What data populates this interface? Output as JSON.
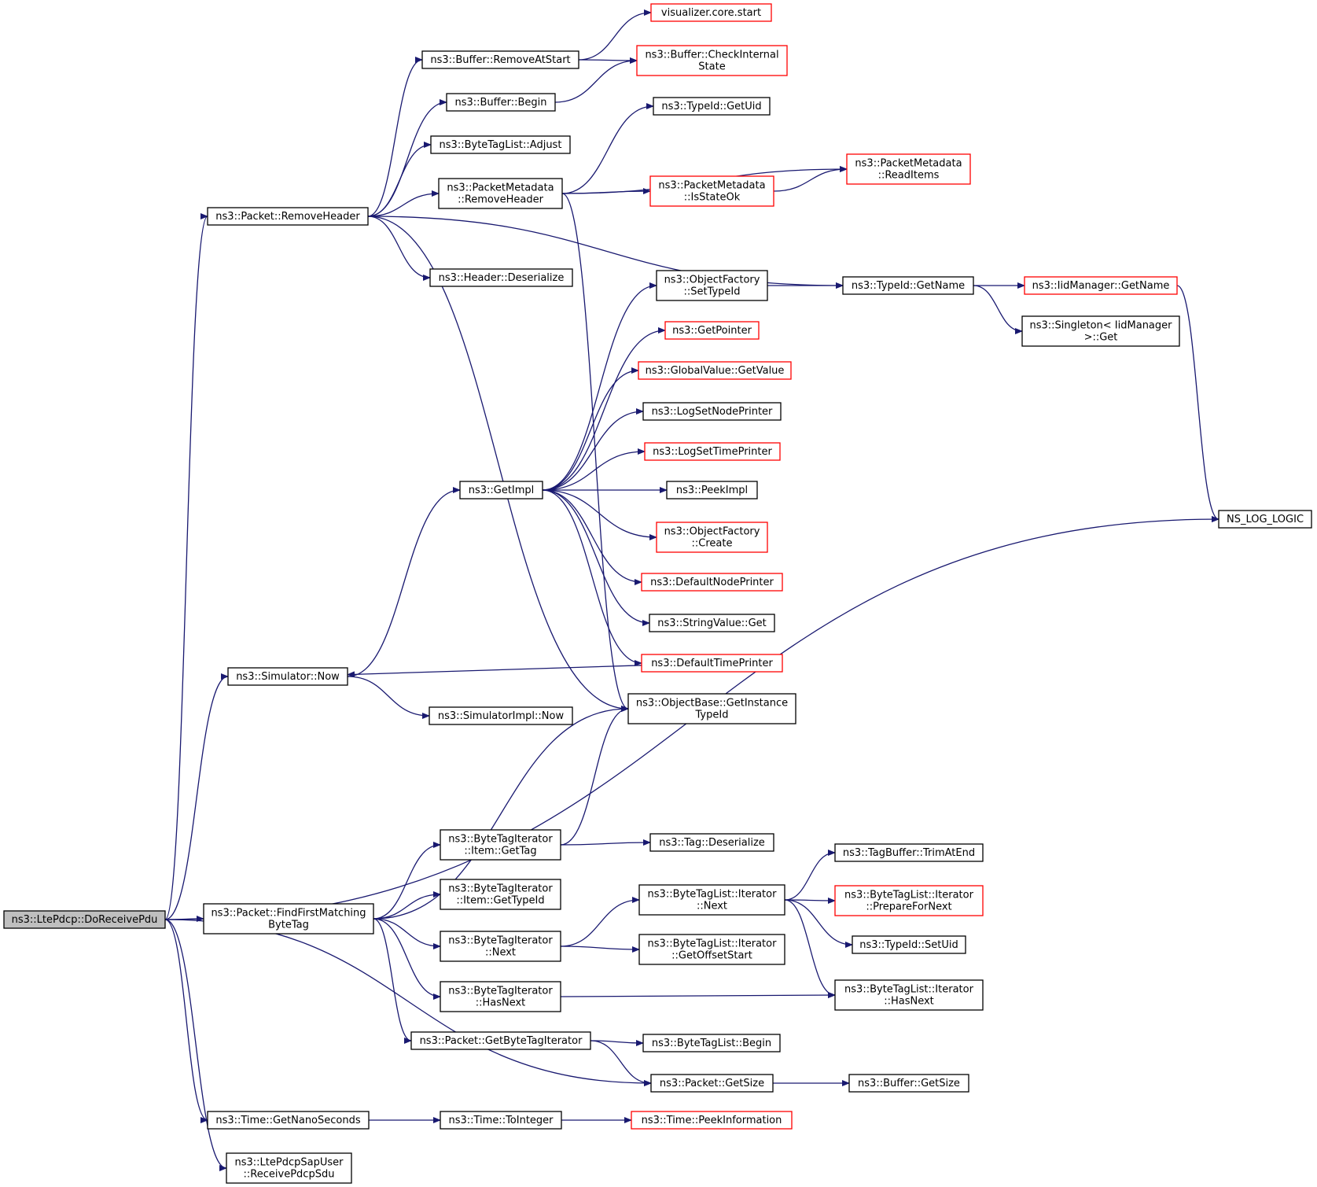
{
  "colors": {
    "edge": "#191970",
    "box_plain": "#000000",
    "box_truncated": "#ff0000",
    "box_root_fill": "#bfbfbf"
  },
  "nodes": [
    {
      "id": "root",
      "lines": [
        "ns3::LtePdcp::DoReceivePdu"
      ],
      "style": "root"
    },
    {
      "id": "rmhdr",
      "lines": [
        "ns3::Packet::RemoveHeader"
      ],
      "style": "plain"
    },
    {
      "id": "simnow",
      "lines": [
        "ns3::Simulator::Now"
      ],
      "style": "plain"
    },
    {
      "id": "ffmbt",
      "lines": [
        "ns3::Packet::FindFirstMatching",
        "ByteTag"
      ],
      "style": "plain"
    },
    {
      "id": "getnano",
      "lines": [
        "ns3::Time::GetNanoSeconds"
      ],
      "style": "plain"
    },
    {
      "id": "recvsdu",
      "lines": [
        "ns3::LtePdcpSapUser",
        "::ReceivePdcpSdu"
      ],
      "style": "plain"
    },
    {
      "id": "rmatstart",
      "lines": [
        "ns3::Buffer::RemoveAtStart"
      ],
      "style": "plain"
    },
    {
      "id": "bufbegin",
      "lines": [
        "ns3::Buffer::Begin"
      ],
      "style": "plain"
    },
    {
      "id": "btladjust",
      "lines": [
        "ns3::ByteTagList::Adjust"
      ],
      "style": "plain"
    },
    {
      "id": "pmrmhdr",
      "lines": [
        "ns3::PacketMetadata",
        "::RemoveHeader"
      ],
      "style": "plain"
    },
    {
      "id": "hdrdeser",
      "lines": [
        "ns3::Header::Deserialize"
      ],
      "style": "plain"
    },
    {
      "id": "getimpl",
      "lines": [
        "ns3::GetImpl"
      ],
      "style": "plain"
    },
    {
      "id": "simimplnow",
      "lines": [
        "ns3::SimulatorImpl::Now"
      ],
      "style": "plain"
    },
    {
      "id": "bti_gettag",
      "lines": [
        "ns3::ByteTagIterator",
        "::Item::GetTag"
      ],
      "style": "plain"
    },
    {
      "id": "bti_gettypeid",
      "lines": [
        "ns3::ByteTagIterator",
        "::Item::GetTypeId"
      ],
      "style": "plain"
    },
    {
      "id": "bti_next",
      "lines": [
        "ns3::ByteTagIterator",
        "::Next"
      ],
      "style": "plain"
    },
    {
      "id": "bti_hasnext",
      "lines": [
        "ns3::ByteTagIterator",
        "::HasNext"
      ],
      "style": "plain"
    },
    {
      "id": "getbti",
      "lines": [
        "ns3::Packet::GetByteTagIterator"
      ],
      "style": "plain"
    },
    {
      "id": "totoint",
      "lines": [
        "ns3::Time::ToInteger"
      ],
      "style": "plain"
    },
    {
      "id": "vizstart",
      "lines": [
        "visualizer.core.start"
      ],
      "style": "truncated"
    },
    {
      "id": "bufcheck",
      "lines": [
        "ns3::Buffer::CheckInternal",
        "State"
      ],
      "style": "truncated"
    },
    {
      "id": "tidgetuid",
      "lines": [
        "ns3::TypeId::GetUid"
      ],
      "style": "plain"
    },
    {
      "id": "pmisok",
      "lines": [
        "ns3::PacketMetadata",
        "::IsStateOk"
      ],
      "style": "truncated"
    },
    {
      "id": "ofsettid",
      "lines": [
        "ns3::ObjectFactory",
        "::SetTypeId"
      ],
      "style": "plain"
    },
    {
      "id": "getptr",
      "lines": [
        "ns3::GetPointer"
      ],
      "style": "truncated"
    },
    {
      "id": "gvgetval",
      "lines": [
        "ns3::GlobalValue::GetValue"
      ],
      "style": "truncated"
    },
    {
      "id": "logsetnode",
      "lines": [
        "ns3::LogSetNodePrinter"
      ],
      "style": "plain"
    },
    {
      "id": "logsettime",
      "lines": [
        "ns3::LogSetTimePrinter"
      ],
      "style": "truncated"
    },
    {
      "id": "peekimpl",
      "lines": [
        "ns3::PeekImpl"
      ],
      "style": "plain"
    },
    {
      "id": "ofcreate",
      "lines": [
        "ns3::ObjectFactory",
        "::Create"
      ],
      "style": "truncated"
    },
    {
      "id": "defnode",
      "lines": [
        "ns3::DefaultNodePrinter"
      ],
      "style": "truncated"
    },
    {
      "id": "strvalget",
      "lines": [
        "ns3::StringValue::Get"
      ],
      "style": "plain"
    },
    {
      "id": "deftime",
      "lines": [
        "ns3::DefaultTimePrinter"
      ],
      "style": "truncated"
    },
    {
      "id": "obgettid",
      "lines": [
        "ns3::ObjectBase::GetInstance",
        "TypeId"
      ],
      "style": "plain"
    },
    {
      "id": "tagdeser",
      "lines": [
        "ns3::Tag::Deserialize"
      ],
      "style": "plain"
    },
    {
      "id": "btli_next",
      "lines": [
        "ns3::ByteTagList::Iterator",
        "::Next"
      ],
      "style": "plain"
    },
    {
      "id": "btli_getoff",
      "lines": [
        "ns3::ByteTagList::Iterator",
        "::GetOffsetStart"
      ],
      "style": "plain"
    },
    {
      "id": "btlbegin",
      "lines": [
        "ns3::ByteTagList::Begin"
      ],
      "style": "plain"
    },
    {
      "id": "pktgetsize",
      "lines": [
        "ns3::Packet::GetSize"
      ],
      "style": "plain"
    },
    {
      "id": "peekinfo",
      "lines": [
        "ns3::Time::PeekInformation"
      ],
      "style": "truncated"
    },
    {
      "id": "pmreaditems",
      "lines": [
        "ns3::PacketMetadata",
        "::ReadItems"
      ],
      "style": "truncated"
    },
    {
      "id": "tidgetname",
      "lines": [
        "ns3::TypeId::GetName"
      ],
      "style": "plain"
    },
    {
      "id": "tagbuftrim",
      "lines": [
        "ns3::TagBuffer::TrimAtEnd"
      ],
      "style": "plain"
    },
    {
      "id": "btli_prep",
      "lines": [
        "ns3::ByteTagList::Iterator",
        "::PrepareForNext"
      ],
      "style": "truncated"
    },
    {
      "id": "tidsetuid",
      "lines": [
        "ns3::TypeId::SetUid"
      ],
      "style": "plain"
    },
    {
      "id": "btli_hasnext",
      "lines": [
        "ns3::ByteTagList::Iterator",
        "::HasNext"
      ],
      "style": "plain"
    },
    {
      "id": "bufgetsize",
      "lines": [
        "ns3::Buffer::GetSize"
      ],
      "style": "plain"
    },
    {
      "id": "iidgetname",
      "lines": [
        "ns3::IidManager::GetName"
      ],
      "style": "truncated"
    },
    {
      "id": "singget",
      "lines": [
        "ns3::Singleton< IidManager",
        ">::Get"
      ],
      "style": "plain"
    },
    {
      "id": "nslog",
      "lines": [
        "NS_LOG_LOGIC"
      ],
      "style": "plain"
    }
  ],
  "edges": [
    [
      "root",
      "rmhdr"
    ],
    [
      "root",
      "simnow"
    ],
    [
      "root",
      "ffmbt"
    ],
    [
      "root",
      "getnano"
    ],
    [
      "root",
      "recvsdu"
    ],
    [
      "root",
      "pktgetsize"
    ],
    [
      "root",
      "nslog"
    ],
    [
      "rmhdr",
      "rmatstart"
    ],
    [
      "rmhdr",
      "bufbegin"
    ],
    [
      "rmhdr",
      "btladjust"
    ],
    [
      "rmhdr",
      "pmrmhdr"
    ],
    [
      "rmhdr",
      "hdrdeser"
    ],
    [
      "rmhdr",
      "obgettid"
    ],
    [
      "rmhdr",
      "tidgetname"
    ],
    [
      "rmatstart",
      "vizstart"
    ],
    [
      "rmatstart",
      "bufcheck"
    ],
    [
      "bufbegin",
      "bufcheck"
    ],
    [
      "pmrmhdr",
      "tidgetuid"
    ],
    [
      "pmrmhdr",
      "pmreaditems"
    ],
    [
      "pmrmhdr",
      "pmisok"
    ],
    [
      "pmrmhdr",
      "obgettid"
    ],
    [
      "pmisok",
      "pmreaditems"
    ],
    [
      "simnow",
      "getimpl"
    ],
    [
      "simnow",
      "simimplnow"
    ],
    [
      "getimpl",
      "ofsettid"
    ],
    [
      "getimpl",
      "getptr"
    ],
    [
      "getimpl",
      "gvgetval"
    ],
    [
      "getimpl",
      "logsetnode"
    ],
    [
      "getimpl",
      "logsettime"
    ],
    [
      "getimpl",
      "peekimpl"
    ],
    [
      "getimpl",
      "ofcreate"
    ],
    [
      "getimpl",
      "defnode"
    ],
    [
      "getimpl",
      "strvalget"
    ],
    [
      "getimpl",
      "deftime"
    ],
    [
      "deftime",
      "simnow"
    ],
    [
      "ofsettid",
      "tidgetname"
    ],
    [
      "tidgetname",
      "iidgetname"
    ],
    [
      "tidgetname",
      "singget"
    ],
    [
      "iidgetname",
      "nslog"
    ],
    [
      "ffmbt",
      "obgettid"
    ],
    [
      "ffmbt",
      "bti_gettag"
    ],
    [
      "ffmbt",
      "bti_gettypeid"
    ],
    [
      "ffmbt",
      "bti_next"
    ],
    [
      "ffmbt",
      "bti_hasnext"
    ],
    [
      "ffmbt",
      "getbti"
    ],
    [
      "bti_gettag",
      "obgettid"
    ],
    [
      "bti_gettag",
      "tagdeser"
    ],
    [
      "bti_next",
      "btli_next"
    ],
    [
      "bti_next",
      "btli_getoff"
    ],
    [
      "bti_hasnext",
      "btli_hasnext"
    ],
    [
      "btli_next",
      "tagbuftrim"
    ],
    [
      "btli_next",
      "btli_prep"
    ],
    [
      "btli_next",
      "tidsetuid"
    ],
    [
      "btli_next",
      "btli_hasnext"
    ],
    [
      "getbti",
      "btlbegin"
    ],
    [
      "getbti",
      "pktgetsize"
    ],
    [
      "pktgetsize",
      "bufgetsize"
    ],
    [
      "getnano",
      "totoint"
    ],
    [
      "totoint",
      "peekinfo"
    ]
  ]
}
